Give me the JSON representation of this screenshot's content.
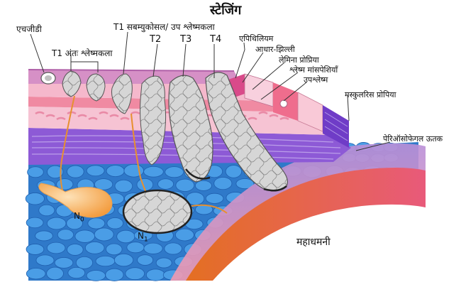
{
  "title": "स्टेजिंग",
  "labels": {
    "hgd": "एचजीडी",
    "t1_intra": "T1 अंतः श्लेष्मकला",
    "t1_sub": "T1 सबम्युकोसल/ उप श्लेष्मकला",
    "t2": "T2",
    "t3": "T3",
    "t4": "T4",
    "epithelium": "एपिथिलियम",
    "basement_membrane": "आधार-झिल्ली",
    "lamina_propria": "लेमिना प्रोप्रिया",
    "muscularis_mucosae": "श्लेष्म मांसपेशियाँ",
    "submucosa": "उपश्लेष्म",
    "muscularis_propria": "मस्कुलरिस प्रोपिया",
    "periesophageal": "पेरिऑसोफेगल ऊतक",
    "aorta": "महाधमनी",
    "n0": "N",
    "n0_sub": "0",
    "n1": "N",
    "n1_sub": "1"
  },
  "colors": {
    "epithelium": "#d98cc4",
    "lamina": "#f2b8cf",
    "muscularis_mucosae": "#f07c98",
    "submucosa": "#f9c6d6",
    "muscle_band": "#8d5ad6",
    "fat": "#3f8fe0",
    "tumor": "#d0d0d0",
    "lymph": "#f5a650",
    "aorta": "#e8722f"
  }
}
